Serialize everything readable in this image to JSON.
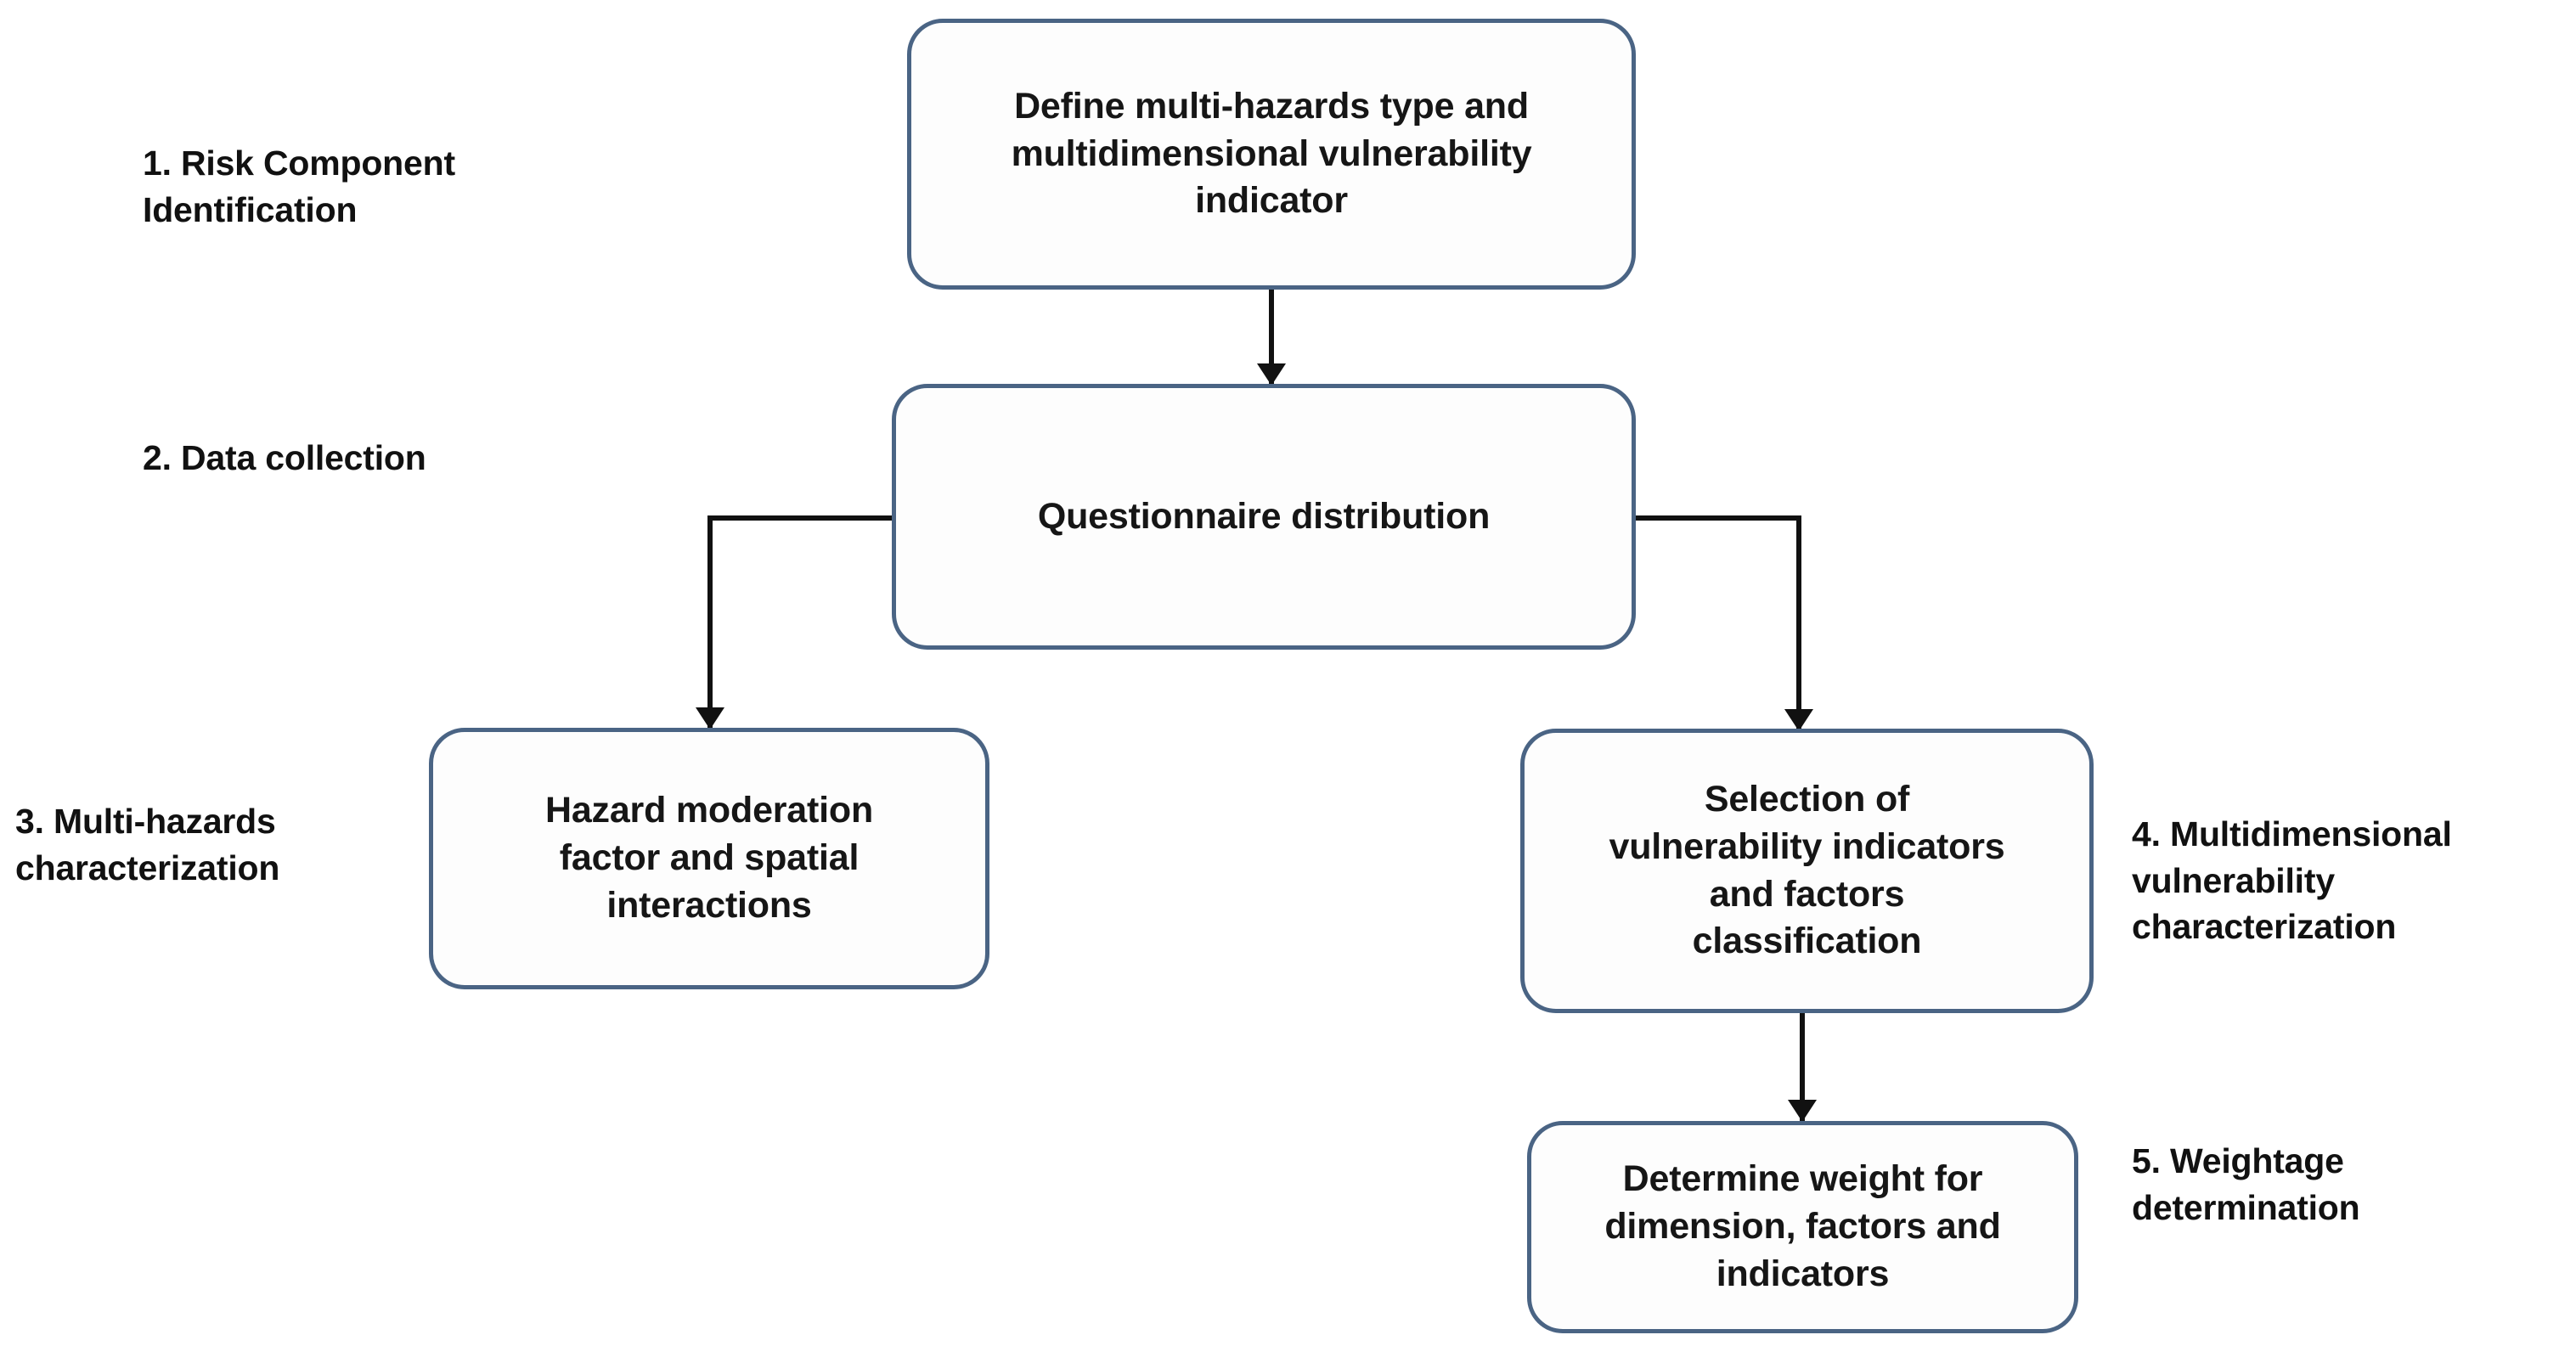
{
  "diagram": {
    "title": "Multi-hazard risk assessment methodology flowchart",
    "accent_color": "#4a6484",
    "connector_color": "#111111",
    "box_fill": "#fdfdfd",
    "nodes": [
      {
        "id": "define",
        "text": "Define multi-hazards type and\nmultidimensional vulnerability\nindicator"
      },
      {
        "id": "questionnaire",
        "text": "Questionnaire distribution"
      },
      {
        "id": "hazard",
        "text": "Hazard moderation\nfactor and spatial\ninteractions"
      },
      {
        "id": "selection",
        "text": "Selection of\nvulnerability indicators\nand factors\nclassification"
      },
      {
        "id": "weight",
        "text": "Determine weight for\ndimension, factors and\nindicators"
      }
    ],
    "stages": [
      {
        "id": "stage-1",
        "text": "1. Risk  Component\nIdentification"
      },
      {
        "id": "stage-2",
        "text": "2. Data collection"
      },
      {
        "id": "stage-3",
        "text": "3. Multi-hazards\ncharacterization"
      },
      {
        "id": "stage-4",
        "text": "4. Multidimensional\nvulnerability\ncharacterization"
      },
      {
        "id": "stage-5",
        "text": "5. Weightage\ndetermination"
      }
    ],
    "edges": [
      {
        "id": "edge-1-2",
        "from": "define",
        "to": "questionnaire",
        "style": "straight-down"
      },
      {
        "id": "edge-2-3",
        "from": "questionnaire",
        "to": "hazard",
        "style": "elbow-left-down"
      },
      {
        "id": "edge-2-4",
        "from": "questionnaire",
        "to": "selection",
        "style": "elbow-right-down"
      },
      {
        "id": "edge-4-5",
        "from": "selection",
        "to": "weight",
        "style": "straight-down"
      }
    ]
  }
}
